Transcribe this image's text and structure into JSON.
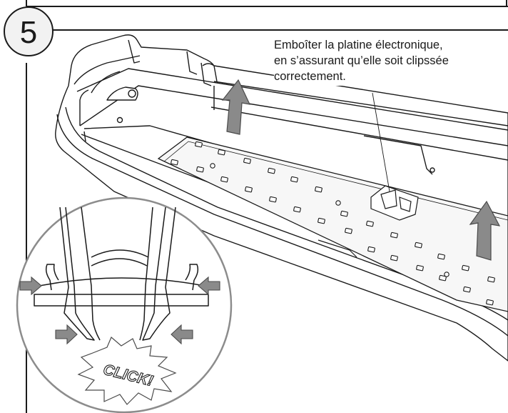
{
  "step": {
    "number": "5"
  },
  "instruction": {
    "lines": [
      "Emboîter la platine électronique,",
      "en s’assurant qu’elle soit clipssée",
      "correctement."
    ]
  },
  "detail": {
    "click_label": "CLICK!"
  },
  "colors": {
    "line": "#1a1a1a",
    "arrow_fill": "#8a8a8a",
    "arrow_stroke": "#4a4a4a",
    "pcb_fill": "#f7f7f7",
    "background": "#ffffff"
  },
  "icons": [
    "up-arrow-icon",
    "right-arrow-icon",
    "left-arrow-icon",
    "click-burst-icon"
  ]
}
